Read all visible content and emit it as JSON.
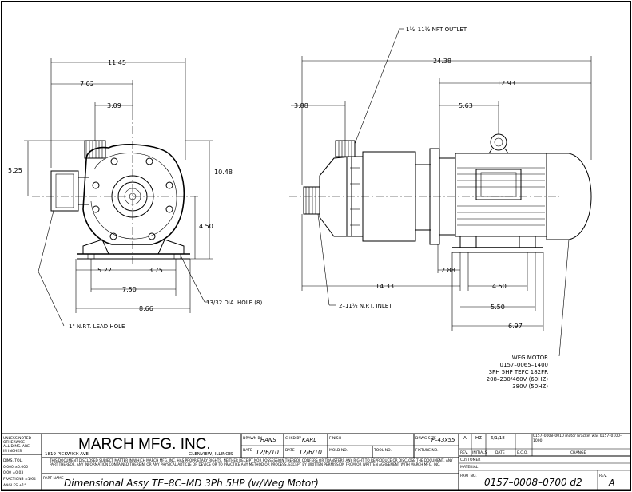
{
  "dimensions": {
    "front": {
      "overall_width": "11.45",
      "inlet_offset": "7.02",
      "outlet_offset": "3.09",
      "inlet_height": "5.25",
      "overall_height": "10.48",
      "shaft_height": "4.50",
      "foot_left": "5.22",
      "foot_right": "3.75",
      "foot_span": "7.50",
      "base_width": "8.66"
    },
    "side": {
      "overall_length": "24.38",
      "motor_length": "12.93",
      "outlet_offset": "3.88",
      "frame_offset": "5.63",
      "inlet_to_mount": "14.33",
      "bracket_offset": "2.88",
      "motor_feet": "4.50",
      "base_span": "5.50",
      "base_overall": "6.97"
    }
  },
  "callouts": {
    "outlet": "1½–11½ NPT OUTLET",
    "inlet": "2–11½ N.P.T. INLET",
    "lead_hole": "1\" N.P.T. LEAD HOLE",
    "dia_hole": "13/32 DIA. HOLE (8)",
    "motor_lines": [
      "WEG MOTOR",
      "0157–0065–1400",
      "3PH 5HP TEFC 182FR",
      "208–230/460V (60HZ)",
      "380V (50HZ)"
    ]
  },
  "titleblock": {
    "unless_noted": [
      "UNLESS NOTED",
      "OTHERWISE",
      "ALL DIMS. ARE",
      "IN INCHES."
    ],
    "tolerances": [
      "DIMS.  TOL.",
      "0.000  ±0.005",
      "0.00   ±0.03",
      "FRACTIONS ±1/64",
      "ANGLES  ±1°"
    ],
    "company": "MARCH MFG. INC.",
    "address": "1819 PICKWICK AVE.",
    "city": "GLENVIEW, ILLINOIS",
    "drawn_by_label": "DRAWN BY",
    "drawn_by": "HANS",
    "chkd_by_label": "CHKD BY",
    "chkd_by": "KARL",
    "finish_label": "FINISH",
    "drwg_size_label": "DRWG SIZE",
    "drwg_size": "F–43x55",
    "date_label": "DATE",
    "date_drawn": "12/6/10",
    "date_chkd": "12/6/10",
    "mold_label": "MOLD NO.",
    "tool_label": "TOOL NO.",
    "fixture_label": "FIXTURE NO.",
    "disclaimer": "THIS DOCUMENT DISCLOSED SUBJECT MATTER IN WHICH MARCH MFG. INC. HAS PROPRIETARY RIGHTS, NEITHER RECEIPT NOR POSSESSION THEREOF CONFERS OR TRANSFERS ANY RIGHT TO REPRODUCE OR DISCLOSE THE DOCUMENT, ANY PART THEREOF, ANY INFORMATION CONTAINED THEREIN, OR ANY PHYSICAL ARTICLE OR DEVICE OR TO PRACTICE ANY METHOD OR PROCESS, EXCEPT BY WRITTEN PERMISSION FROM OR WRITTEN AGREEMENT WITH MARCH MFG. INC.",
    "part_name_label": "PART NAME",
    "part_name": "Dimensional Assy TE–8C–MD 3Ph 5HP (w/Weg Motor)",
    "rev_row": {
      "rev": "A",
      "initials": "HZ",
      "date": "6/1/18",
      "change": "0157–0008–0010 motor bracket was 0157–0100–1000."
    },
    "rev_headers": [
      "REV.",
      "INITIALS",
      "DATE",
      "E.C.O.",
      "CHANGE"
    ],
    "customer_label": "CUSTOMER",
    "material_label": "MATERIAL",
    "part_no_label": "PART NO.",
    "part_no": "0157–0008–0700 d2",
    "rev_label": "REV.",
    "rev": "A"
  }
}
